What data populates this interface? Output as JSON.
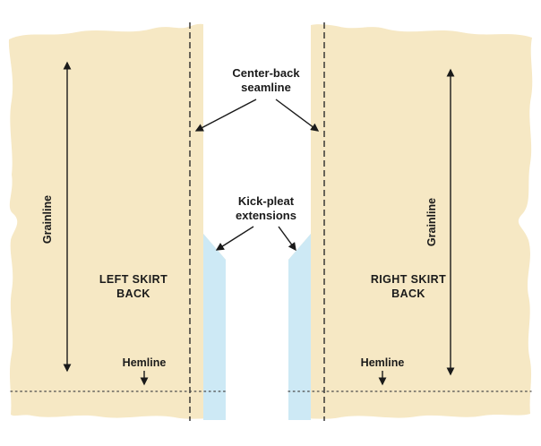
{
  "diagram": {
    "labels": {
      "center_back_seamline": {
        "line1": "Center-back",
        "line2": "seamline"
      },
      "kick_pleat_extensions": {
        "line1": "Kick-pleat",
        "line2": "extensions"
      },
      "left_skirt_back": {
        "line1": "LEFT SKIRT",
        "line2": "BACK"
      },
      "right_skirt_back": {
        "line1": "RIGHT SKIRT",
        "line2": "BACK"
      },
      "grainline_left": "Grainline",
      "grainline_right": "Grainline",
      "hemline_left": "Hemline",
      "hemline_right": "Hemline"
    },
    "colors": {
      "fabric": "#f6e8c4",
      "extension": "#cde9f5",
      "line": "#1a1a1a",
      "background": "#ffffff"
    }
  }
}
